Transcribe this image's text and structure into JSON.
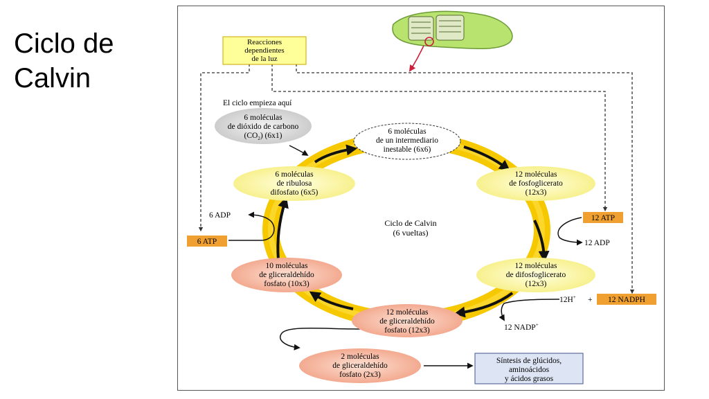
{
  "slide": {
    "title_line1": "Ciclo  de",
    "title_line2": "Calvin"
  },
  "diagram": {
    "light_reactions": [
      "Reacciones",
      "dependientes",
      "de la luz"
    ],
    "start_label": "El ciclo empieza aquí",
    "co2": [
      "6 moléculas",
      "de dióxido de carbono",
      "(CO",
      "2",
      ")  (6x1)"
    ],
    "intermediate": [
      "6 moléculas",
      "de un intermediario",
      "inestable (6x6)"
    ],
    "pga": [
      "12 moléculas",
      "de  fosfoglicerato",
      "(12x3)"
    ],
    "dpga": [
      "12 moléculas",
      "de difosfoglicerato",
      "(12x3)"
    ],
    "g3p12": [
      "12 moléculas",
      "de gliceraldehído",
      "fosfato (12x3)"
    ],
    "g3p10": [
      "10 moléculas",
      "de gliceraldehído",
      "fosfato (10x3)"
    ],
    "rubp": [
      "6 moléculas",
      "de ribulosa",
      "difosfato (6x5)"
    ],
    "g3p2": [
      "2 moléculas",
      "de gliceraldehído",
      "fosfato (2x3)"
    ],
    "synthesis": [
      "Síntesis de glúcidos,",
      "aminoácidos",
      "y ácidos grasos"
    ],
    "center": [
      "Ciclo de Calvin",
      "(6 vueltas)"
    ],
    "atp12": "12 ATP",
    "adp12": "12 ADP",
    "atp6": "6 ATP",
    "adp6": "6 ADP",
    "h12": "12H",
    "h_sup": "+",
    "plus": "+",
    "nadph12": "12 NADPH",
    "nadp12": "12 NADP",
    "nadp_sup": "+",
    "colors": {
      "ring": "#f5c800",
      "orange_box": "#f0a030",
      "yellow_box": "#ffff99",
      "blue_box": "#dde4f4",
      "salmon": "#f3a68c",
      "cream": "#fff7a8",
      "chloroplast": "#b8e070"
    }
  }
}
